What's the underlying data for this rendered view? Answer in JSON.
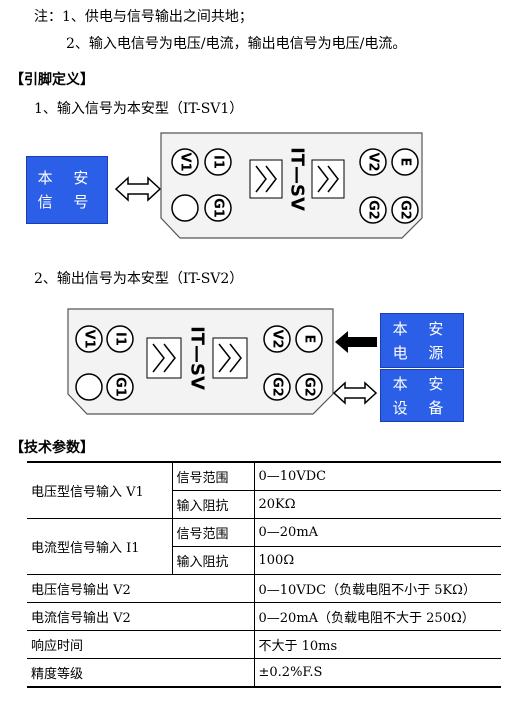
{
  "notes": {
    "line1": "注：1、供电与信号输出之间共地；",
    "line2": "2、输入电信号为电压/电流，输出电信号为电压/电流。"
  },
  "pin_section": {
    "title": "【引脚定义】",
    "sub1": "1、输入信号为本安型（IT-SV1）",
    "sub2": "2、输出信号为本安型（IT-SV2）"
  },
  "diagram1": {
    "blue_box": [
      "本 安",
      "信 号"
    ],
    "pins": {
      "v1": "V1",
      "i1": "I1",
      "g1": "G1",
      "v2": "V2",
      "e": "E",
      "g2a": "G2",
      "g2b": "G2"
    },
    "model": "IT—SV",
    "colors": {
      "blue": "#2b5fe8"
    }
  },
  "diagram2": {
    "pins": {
      "v1": "V1",
      "i1": "I1",
      "g1": "G1",
      "v2": "V2",
      "e": "E",
      "g2a": "G2",
      "g2b": "G2"
    },
    "model": "IT—SV",
    "blue_box_power": [
      "本 安",
      "电 源"
    ],
    "blue_box_device": [
      "本 安",
      "设 备"
    ]
  },
  "tech_section": {
    "title": "【技术参数】"
  },
  "table": {
    "rows": [
      {
        "label": "电压型信号输入 V1",
        "sub": "信号范围",
        "value": "0—10VDC"
      },
      {
        "sub": "输入阻抗",
        "value": "20KΩ"
      },
      {
        "label": "电流型信号输入 I1",
        "sub": "信号范围",
        "value": "0—20mA"
      },
      {
        "sub": "输入阻抗",
        "value": "100Ω"
      },
      {
        "label": "电压信号输出 V2",
        "value": "0—10VDC（负载电阻不小于 5KΩ）"
      },
      {
        "label": "电流信号输出 V2",
        "value": "0—20mA（负载电阻不大于 250Ω）"
      },
      {
        "label": "响应时间",
        "value": "不大于 10ms"
      },
      {
        "label": "精度等级",
        "value": "±0.2%F.S"
      }
    ]
  }
}
